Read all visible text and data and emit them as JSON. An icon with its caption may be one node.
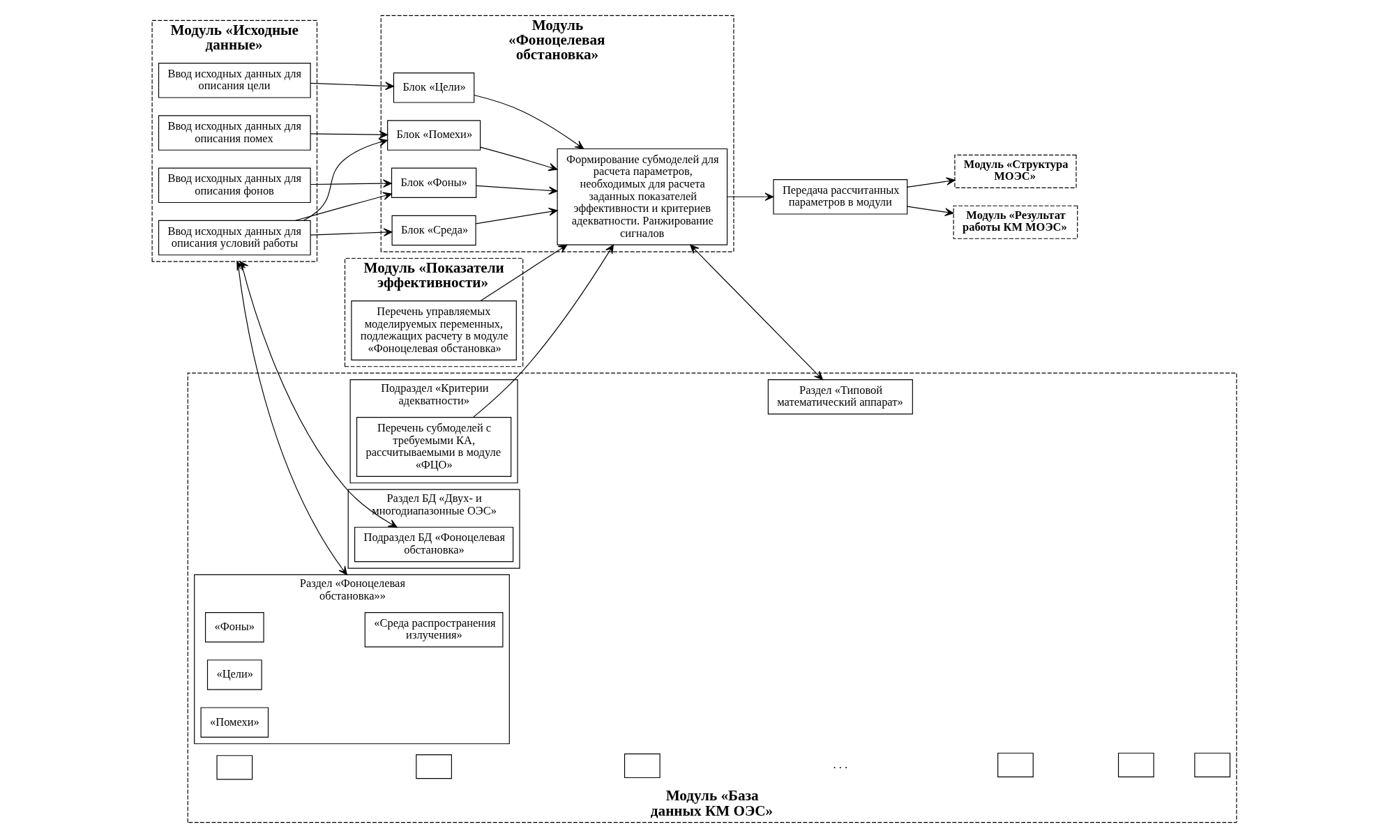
{
  "diagram": {
    "nodes": [
      {
        "text": [
          "Модуль «Исходные данные»"
        ]
      },
      {
        "text": [
          "Ввод исходных данных для описания условий работы"
        ],
        "in": 0
      },
      {
        "text": [
          "Ввод исходных данных для описания цели"
        ],
        "in": 0
      },
      {
        "text": [
          "Ввод исходных данных для описания фонов"
        ],
        "in": 0
      },
      {
        "text": [
          "Ввод исходных данных для описания помех"
        ],
        "in": 0
      },
      {
        "text": [
          "Модуль «Фоноцелевая обстановка»"
        ]
      },
      {
        "text": [
          "Блок «Среда»"
        ],
        "in": 5
      },
      {
        "text": [
          "Блок «Цели»"
        ],
        "in": 5
      },
      {
        "text": [
          "Блок «Фоны»"
        ],
        "in": 5
      },
      {
        "text": [
          "Блок «Помехи»"
        ],
        "in": 5
      },
      {
        "text": [
          "Формирование субмоделей для расчета параметров, необходимых для расчета заданных показателей эффективности и критериев адекватности. Ранжирование сигналов"
        ],
        "in": 5
      },
      {
        "text": [
          "Модуль «Показатели эффективности»"
        ]
      },
      {
        "text": [
          "Перечень управляемых моделируемых переменных, подлежащих расчету в модуле «Фоноцелевая обстановка»"
        ],
        "in": 11
      },
      {
        "text": [
          "Модуль «База данных КМ ОЭС»"
        ]
      },
      {
        "text": [
          "Подраздел «Критерии адекватности»"
        ],
        "in": 13
      },
      {
        "text": [
          "Перечень субмоделей с требуемыми КА, рассчитываемыми в модуле «ФЦО»"
        ],
        "in": 14
      },
      {
        "text": [
          "Раздел «Фоноцелевая обстановка»»"
        ],
        "in": 13
      },
      {
        "text": [
          "«Среда распространения излучения»"
        ],
        "in": 16
      },
      {
        "text": [
          "«Фоны»"
        ],
        "in": 16
      },
      {
        "text": [
          "«Цели»"
        ],
        "in": 16
      },
      {
        "text": [
          "«Помехи»"
        ],
        "in": 16
      },
      {
        "text": [
          "Раздел БД «Двух- и многодиапазонные ОЭС»"
        ],
        "in": 13
      },
      {
        "text": [
          "Подраздел БД «Фоноцелевая обстановка»"
        ],
        "in": 21
      },
      {
        "text": [
          "Раздел «Типовой математический аппарат»"
        ],
        "in": 13
      },
      {
        "text": [
          "Передача рассчитанных параметров в модули"
        ]
      },
      {
        "text": [
          "Модуль «Структура МОЭС»"
        ]
      },
      {
        "text": [
          "Модуль «Результат работы КМ МОЭС»"
        ]
      },
      {
        "text": [],
        "shape": "box",
        "in": 13
      },
      {
        "text": [],
        "shape": "box",
        "in": 13
      },
      {
        "text": [],
        "shape": "box",
        "in": 13
      },
      {
        "text": [],
        "shape": "box",
        "in": 13
      },
      {
        "text": [],
        "shape": "box",
        "in": 13
      },
      {
        "text": [],
        "shape": "box",
        "in": 13
      }
    ],
    "edges": [
      {
        "from": 1,
        "to": 6,
        "arrow": "to"
      },
      {
        "from": 1,
        "to": 8,
        "arrow": "to"
      },
      {
        "from": 1,
        "to": 9,
        "arrow": "to"
      },
      {
        "from": 2,
        "to": 7,
        "arrow": "to"
      },
      {
        "from": 3,
        "to": 8,
        "arrow": "to"
      },
      {
        "from": 4,
        "to": 9,
        "arrow": "to"
      },
      {
        "from": 9,
        "to": 10,
        "arrow": "to"
      },
      {
        "from": 8,
        "to": 10,
        "arrow": "to"
      },
      {
        "from": 7,
        "to": 10,
        "arrow": "to"
      },
      {
        "from": 6,
        "to": 10,
        "arrow": "to"
      },
      {
        "from": 12,
        "to": 10,
        "arrow": "to"
      },
      {
        "from": 15,
        "to": 10,
        "arrow": "to"
      },
      {
        "from": 0,
        "to": 16,
        "arrow": "both"
      },
      {
        "from": 0,
        "to": 22,
        "arrow": "both"
      },
      {
        "from": 10,
        "to": 23,
        "arrow": "both"
      },
      {
        "from": 10,
        "to": 24,
        "arrow": "to"
      },
      {
        "from": 24,
        "to": 25,
        "arrow": "to"
      },
      {
        "from": 24,
        "to": 26,
        "arrow": "to"
      }
    ],
    "labels": [
      ". . ."
    ]
  }
}
